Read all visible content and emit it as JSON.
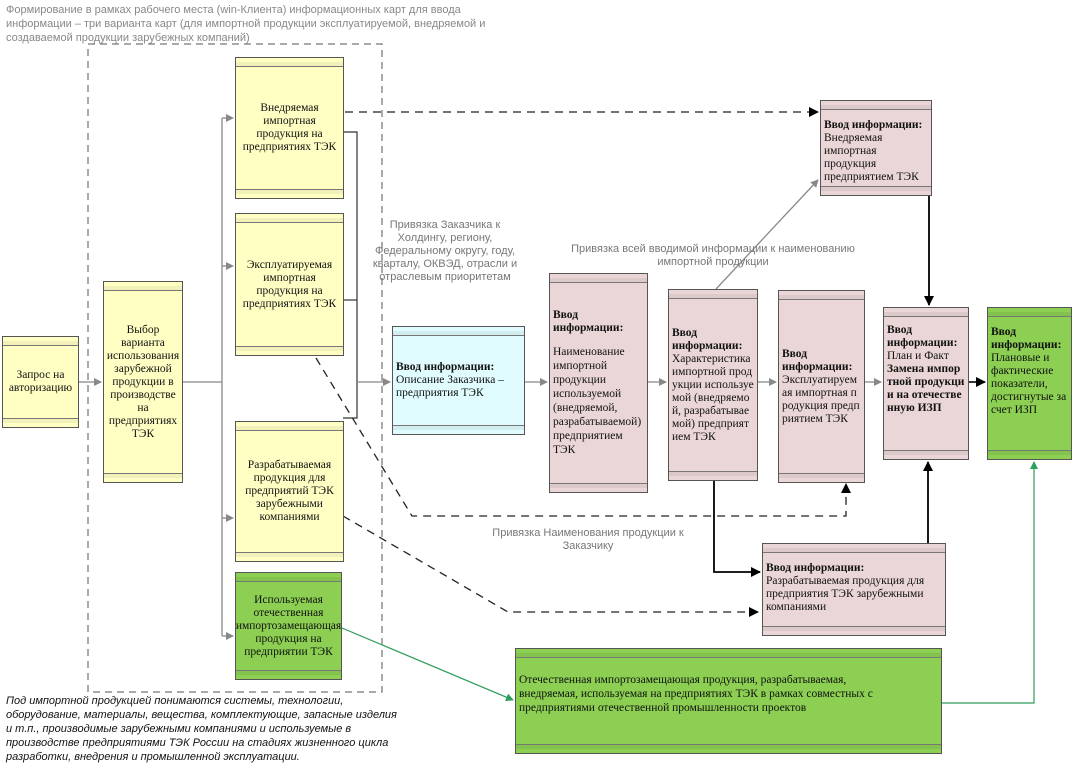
{
  "header": {
    "line1": "Формирование в рамках рабочего места (win-Клиента) информационных карт для ввода",
    "line2": "информации – три варианта карт (для импортной продукции эксплуатируемой, внедряемой и",
    "line3": "создаваемой продукции зарубежных компаний)"
  },
  "nodes": {
    "auth": "Запрос на авторизацию",
    "choose": "Выбор варианта использования зарубежной продукции в производстве на предприятиях ТЭК",
    "implemented": "Внедряемая импортная продукция на предприятиях ТЭК",
    "exploited": "Эксплуатируемая импортная продукция на предприятиях ТЭК",
    "developed": "Разрабатываемая продукция для предприятий ТЭК зарубежными компаниями",
    "domestic": "Используемая отечественная импортозамещающая продукция на предприятии ТЭК",
    "customer_title": "Ввод информации:",
    "customer_text": "Описание Заказчика – предприятия ТЭК",
    "name_title": "Ввод информации:",
    "name_text": "Наименование импортной продукции используемой (внедряемой, разрабатываемой) предприятием ТЭК",
    "char_title": "Ввод информации:",
    "char_text": "Характеристика импортной продукции используемой (внедряемой, разрабатываемой) предприятием ТЭК",
    "exp_title": "Ввод информации:",
    "exp_text": "Эксплуатируемая импортная продукция предприятием ТЭК",
    "impl_title": "Ввод информации:",
    "impl_text": "Внедряемая импортная продукция предприятием ТЭК",
    "plan_title": "Ввод информации:",
    "plan_text": "План и Факт",
    "plan_bold": "Замена импортной продукции на отечественную ИЗП",
    "dev_title": "Ввод информации:",
    "dev_text": "Разрабатываемая продукция для предприятия ТЭК зарубежными компаниями",
    "fact_title": "Ввод информации:",
    "fact_text": "Плановые и фактические показатели, достигнутые за счет ИЗП",
    "joint": "Отечественная импортозамещающая продукция, разрабатываемая, внедряемая, используемая на предприятиях ТЭК в рамках совместных с предприятиями отечественной  промышленности проектов"
  },
  "notes": {
    "binding_customer": "Привязка Заказчика к Холдингу, региону, Федеральному округу, году, кварталу, ОКВЭД, отрасли и отраслевым приоритетам",
    "binding_all": "Привязка всей вводимой информации к наименованию импортной продукции",
    "binding_name": "Привязка Наименования продукции к Заказчику"
  },
  "footnote": {
    "line1": "Под импортной продукцией понимаются системы, технологии,",
    "line2": "оборудование, материалы, вещества, комплектующие, запасные изделия",
    "line3": "и т.п., производимые зарубежными компаниями и используемые в",
    "line4": "производстве предприятиями ТЭК России на стадиях жизненного цикла",
    "line5": "разработки, внедрения и промышленной эксплуатации."
  },
  "colors": {
    "yellow": "#ffffc4",
    "pink": "#ead6d6",
    "green": "#8ccf52",
    "cyan": "#e0fcff",
    "green_arrow": "#2e9e5b"
  }
}
